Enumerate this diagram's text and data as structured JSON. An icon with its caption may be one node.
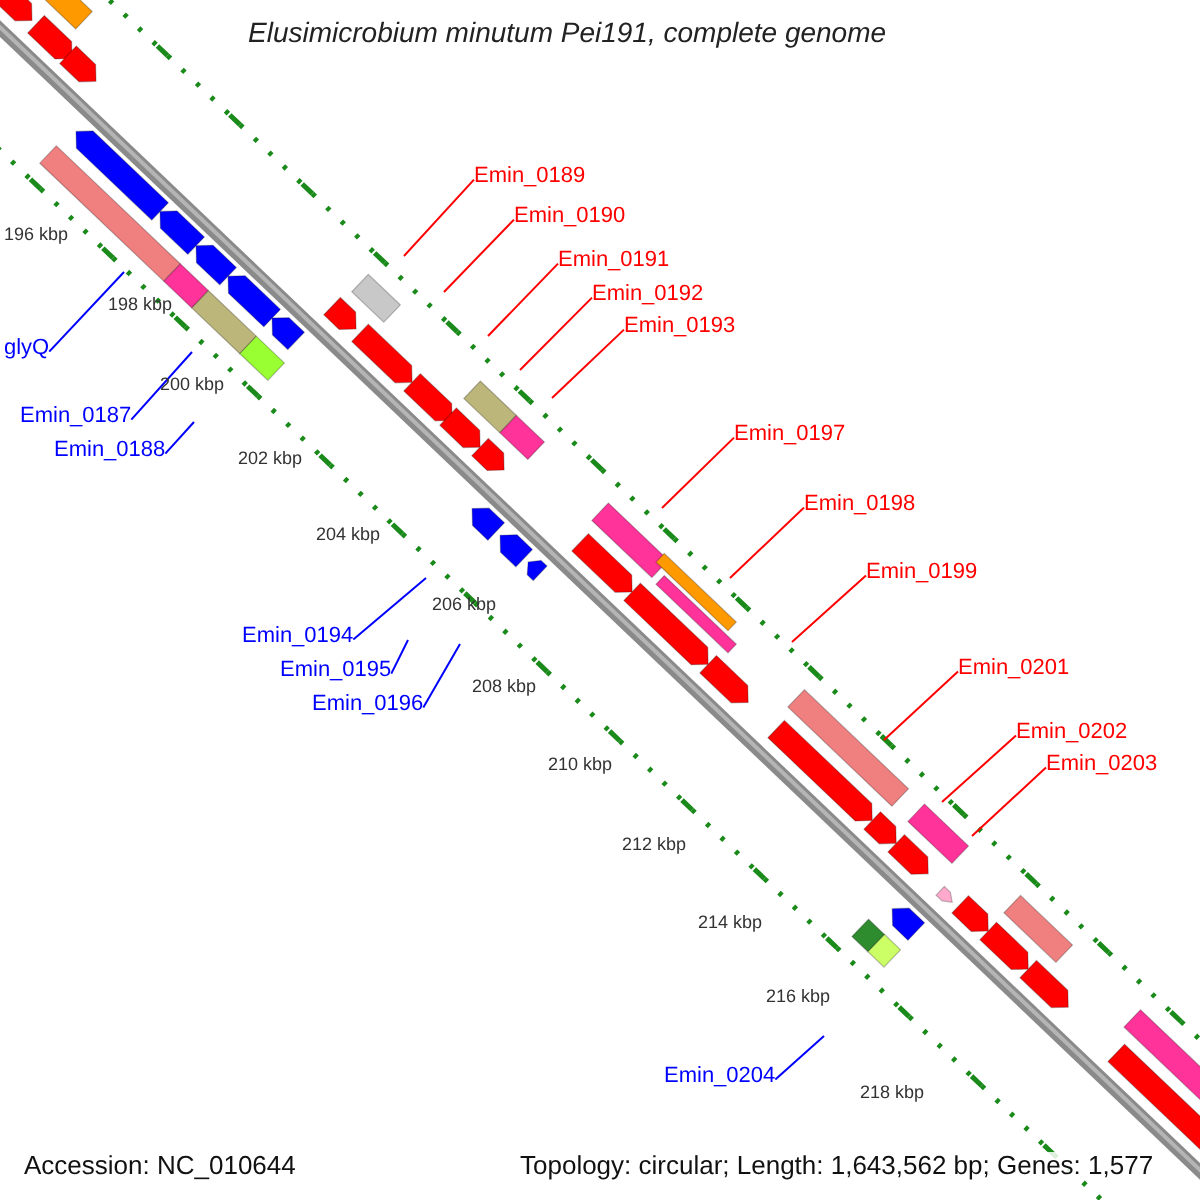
{
  "diagram": {
    "title": "Elusimicrobium minutum Pei191, complete genome",
    "nodes": [
      {
        "text": [
          "Emin_0189"
        ]
      },
      {
        "text": [
          "Emin_0190"
        ]
      },
      {
        "text": [
          "Emin_0191"
        ]
      },
      {
        "text": [
          "glyQ"
        ]
      },
      {
        "text": [
          "Emin_0192"
        ]
      },
      {
        "text": [
          "Emin_0193"
        ]
      },
      {
        "text": [
          "Emin_0187"
        ]
      },
      {
        "text": [
          "Emin_0188"
        ]
      },
      {
        "text": [
          "Emin_0197"
        ]
      },
      {
        "text": [
          "Emin_0198"
        ]
      },
      {
        "text": [
          "Emin_0199"
        ]
      },
      {
        "text": [
          "Emin_0194"
        ]
      },
      {
        "text": [
          "Emin_0195"
        ]
      },
      {
        "text": [
          "Emin_0201"
        ]
      },
      {
        "text": [
          "Emin_0196"
        ]
      },
      {
        "text": [
          "Emin_0202"
        ]
      },
      {
        "text": [
          "Emin_0203"
        ]
      },
      {
        "text": [
          "Emin_0204"
        ]
      }
    ],
    "edges": [
      {
        "from": 0,
        "to": null,
        "arrow": "none"
      },
      {
        "from": 1,
        "to": null,
        "arrow": "none"
      },
      {
        "from": 2,
        "to": null,
        "arrow": "none"
      },
      {
        "from": 3,
        "to": null,
        "arrow": "none",
        "color": "#0000ff"
      },
      {
        "from": 4,
        "to": null,
        "arrow": "none"
      },
      {
        "from": 5,
        "to": null,
        "arrow": "none"
      },
      {
        "from": 6,
        "to": null,
        "arrow": "none",
        "color": "#0000ff"
      },
      {
        "from": 7,
        "to": null,
        "arrow": "none",
        "color": "#0000ff"
      },
      {
        "from": 8,
        "to": null,
        "arrow": "none"
      },
      {
        "from": 9,
        "to": null,
        "arrow": "none"
      },
      {
        "from": 10,
        "to": null,
        "arrow": "none"
      },
      {
        "from": 11,
        "to": null,
        "arrow": "none",
        "color": "#0000ff"
      },
      {
        "from": 12,
        "to": null,
        "arrow": "none",
        "color": "#0000ff"
      },
      {
        "from": 13,
        "to": null,
        "arrow": "none"
      },
      {
        "from": 14,
        "to": null,
        "arrow": "none",
        "color": "#0000ff"
      },
      {
        "from": 15,
        "to": null,
        "arrow": "none"
      },
      {
        "from": 16,
        "to": null,
        "arrow": "none"
      },
      {
        "from": 17,
        "to": null,
        "arrow": "none",
        "color": "#0000ff"
      }
    ],
    "labels": [
      "196 kbp",
      "198 kbp",
      "200 kbp",
      "202 kbp",
      "204 kbp",
      "206 kbp",
      "208 kbp",
      "210 kbp",
      "212 kbp",
      "214 kbp",
      "216 kbp",
      "218 kbp",
      "Accession: NC_010644",
      "Topology: circular; Length: 1,643,562 bp; Genes: 1,577"
    ]
  }
}
